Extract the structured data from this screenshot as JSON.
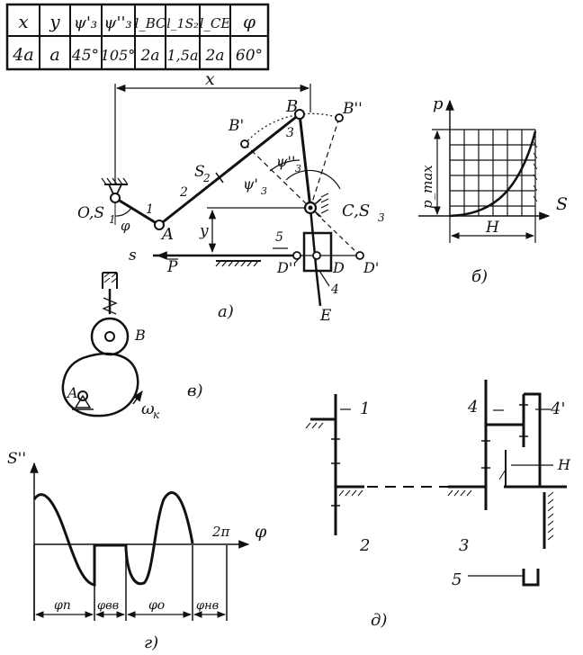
{
  "params_table": {
    "headers": [
      "x",
      "y",
      "ψ'₃",
      "ψ''₃",
      "l_BC",
      "l_1S₂",
      "l_CE",
      "φ"
    ],
    "values": [
      "4a",
      "a",
      "45°",
      "105°",
      "2a",
      "1,5a",
      "2a",
      "60°"
    ]
  },
  "mechanism": {
    "caption": "а)",
    "dim_x": "x",
    "dim_y": "y",
    "label_O": "O,S",
    "label_O_sub": "1",
    "label_A": "A",
    "label_B": "B",
    "label_B1": "B'",
    "label_B2": "B''",
    "label_C": "C,S",
    "label_C_sub": "3",
    "label_D": "D",
    "label_D1": "D'",
    "label_D2": "D''",
    "label_E": "E",
    "label_S2": "S",
    "label_S2_sub": "2",
    "label_phi": "φ",
    "label_psi1": "ψ'",
    "label_psi1_sub": "3",
    "label_psi2": "ψ''",
    "label_psi2_sub": "3",
    "label_s": "s",
    "label_P": "P",
    "link_numbers": [
      "1",
      "2",
      "3",
      "4",
      "5"
    ]
  },
  "pressure_chart": {
    "caption": "б)",
    "ylabel": "p",
    "xlabel": "S",
    "pmax_label": "p_max",
    "h_label": "H"
  },
  "cam": {
    "caption": "в)",
    "label_A": "A",
    "label_B": "B",
    "label_omega": "ω",
    "label_omega_sub": "к"
  },
  "motion_law": {
    "caption": "г)",
    "ylabel": "S''",
    "xlabel": "φ",
    "end_label": "2π",
    "phases": [
      "φп",
      "φвв",
      "φо",
      "φнв"
    ]
  },
  "gearbox": {
    "caption": "д)",
    "labels": [
      "1",
      "2",
      "3",
      "4",
      "4'",
      "5",
      "H"
    ]
  },
  "colors": {
    "ink": "#111111",
    "paper": "#ffffff"
  }
}
